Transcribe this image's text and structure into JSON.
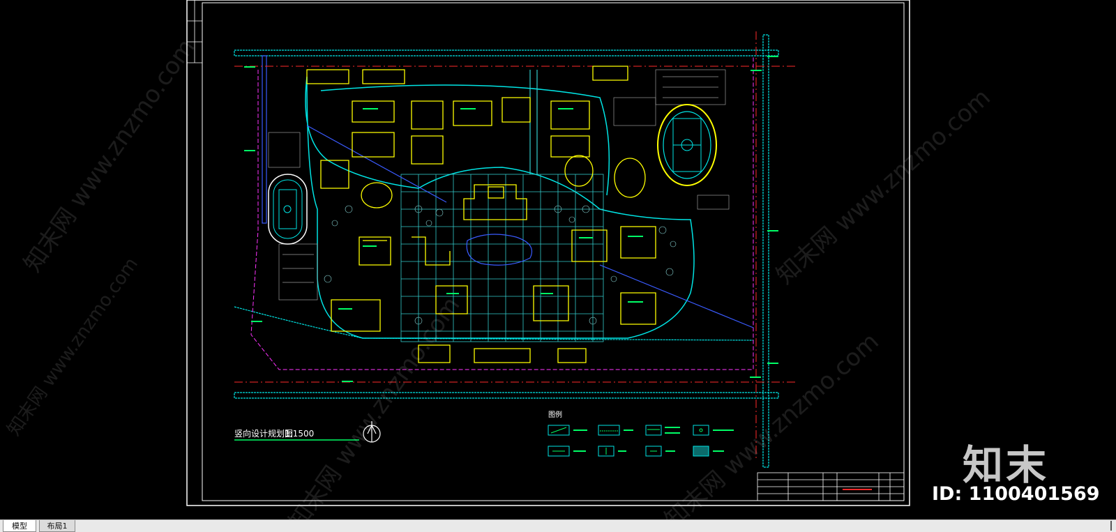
{
  "drawing": {
    "title": "竖向设计规划图",
    "scale": "1:1500",
    "legend_heading": "图例",
    "colors": {
      "frame": "#ffffff",
      "road": "#00e5e5",
      "building": "#ffff00",
      "greenery": "#00cc66",
      "redline": "#ff2a2a",
      "magenta": "#ff33ff",
      "water": "#3a5bff",
      "grid": "#33cccc",
      "label": "#00ff66"
    }
  },
  "tabs": [
    {
      "label": "模型",
      "active": true
    },
    {
      "label": "布局1",
      "active": false
    }
  ],
  "watermark": {
    "text": "知末网 www.znzmo.com",
    "brand": "知末",
    "id_label": "ID: 1100401569"
  }
}
